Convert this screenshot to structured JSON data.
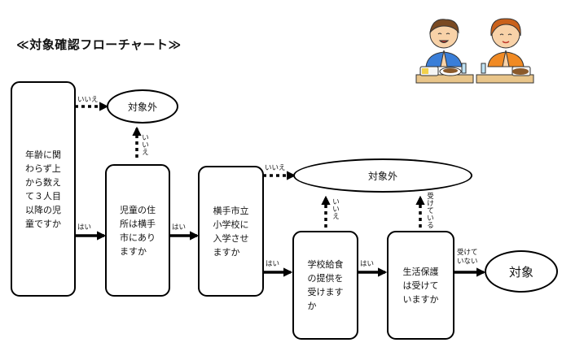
{
  "title": "≪対象確認フローチャート≫",
  "boxes": {
    "age": "年齢に関\nわらず上\nから数え\nて３人目\n以降の児\n童ですか",
    "resident": "児童の住\n所は横手\n市にあり\nますか",
    "school": "横手市立\n小学校に\n入学させ\nますか",
    "lunch": "学校給食\nの提供を\n受けます\nか",
    "welfare": "生活保護\nは受けて\nいますか"
  },
  "outcomes": {
    "not_target_1": "対象外",
    "not_target_2": "対象外",
    "target": "対象"
  },
  "labels": {
    "yes": "はい",
    "no": "いいえ",
    "no_vertical": "いいえ",
    "receiving_vertical": "受けている",
    "not_receiving": "受けて\nいない"
  },
  "colors": {
    "line": "#000000"
  }
}
